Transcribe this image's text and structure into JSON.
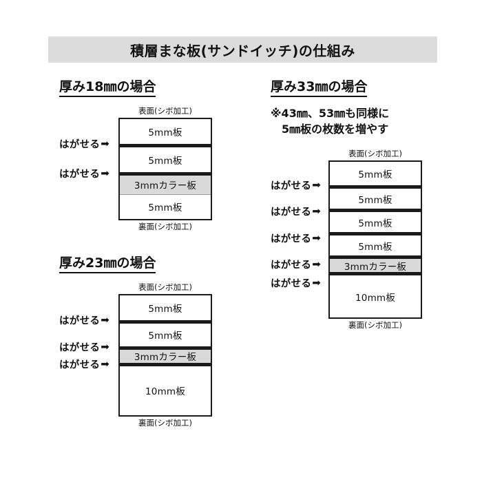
{
  "page": {
    "title": "積層まな板(サンドイッチ)の仕組み",
    "background_color": "#ffffff",
    "title_bar_color": "#dcdcdc",
    "line_color": "#1a1a1a",
    "color_board_fill": "#d9d9d9"
  },
  "labels": {
    "top_face": "表面(シボ加工)",
    "bottom_face": "裏面(シボ加工)",
    "peel": "はがせる",
    "arrow_icon": "➡"
  },
  "sections": [
    {
      "id": "18",
      "heading": "厚み18㎜の場合",
      "note": "",
      "layers": [
        {
          "label": "5mm板",
          "type": "board",
          "thickness_mm": 5,
          "peelable_below": true
        },
        {
          "label": "5mm板",
          "type": "board",
          "thickness_mm": 5,
          "peelable_below": true
        },
        {
          "label": "3mmカラー板",
          "type": "color-board",
          "thickness_mm": 3,
          "peelable_below": false
        },
        {
          "label": "5mm板",
          "type": "board",
          "thickness_mm": 5,
          "peelable_below": false
        }
      ]
    },
    {
      "id": "23",
      "heading": "厚み23㎜の場合",
      "note": "",
      "layers": [
        {
          "label": "5mm板",
          "type": "board",
          "thickness_mm": 5,
          "peelable_below": true
        },
        {
          "label": "5mm板",
          "type": "board",
          "thickness_mm": 5,
          "peelable_below": true
        },
        {
          "label": "3mmカラー板",
          "type": "color-board",
          "thickness_mm": 3,
          "peelable_below": true
        },
        {
          "label": "10mm板",
          "type": "board",
          "thickness_mm": 10,
          "peelable_below": false
        }
      ]
    },
    {
      "id": "33",
      "heading": "厚み33㎜の場合",
      "note": "※43㎜、53㎜も同様に\n　5㎜板の枚数を増やす",
      "layers": [
        {
          "label": "5mm板",
          "type": "board",
          "thickness_mm": 5,
          "peelable_below": true
        },
        {
          "label": "5mm板",
          "type": "board",
          "thickness_mm": 5,
          "peelable_below": true
        },
        {
          "label": "5mm板",
          "type": "board",
          "thickness_mm": 5,
          "peelable_below": true
        },
        {
          "label": "5mm板",
          "type": "board",
          "thickness_mm": 5,
          "peelable_below": true
        },
        {
          "label": "3mmカラー板",
          "type": "color-board",
          "thickness_mm": 3,
          "peelable_below": true
        },
        {
          "label": "10mm板",
          "type": "board",
          "thickness_mm": 10,
          "peelable_below": false
        }
      ]
    }
  ]
}
